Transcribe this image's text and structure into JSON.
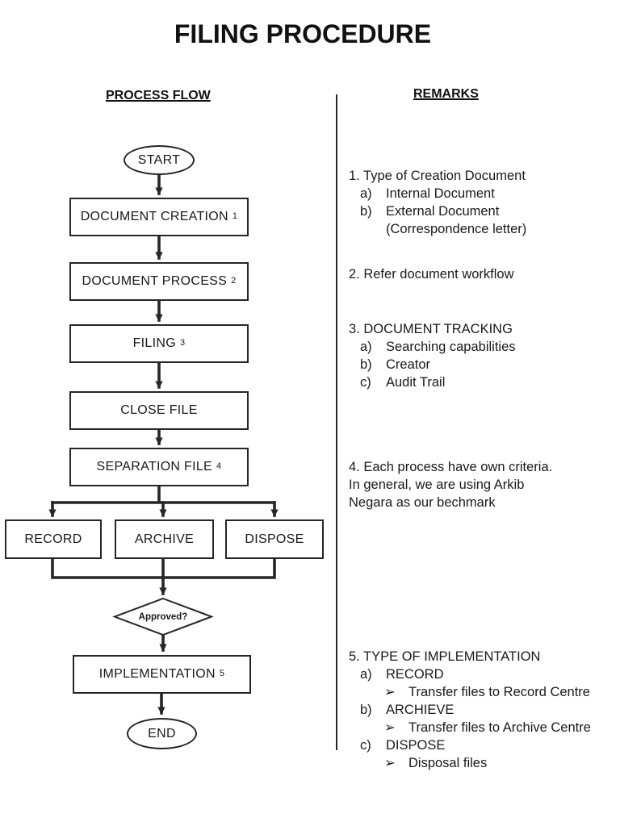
{
  "title": "FILING PROCEDURE",
  "columns": {
    "process_flow_header": "PROCESS FLOW",
    "remarks_header": "REMARKS"
  },
  "flow": {
    "start": "START",
    "boxes": {
      "creation": {
        "label": "DOCUMENT CREATION",
        "sup": "1"
      },
      "process": {
        "label": "DOCUMENT PROCESS",
        "sup": "2"
      },
      "filing": {
        "label": "FILING",
        "sup": "3"
      },
      "close": {
        "label": "CLOSE FILE"
      },
      "separation": {
        "label": "SEPARATION FILE",
        "sup": "4"
      },
      "record": {
        "label": "RECORD"
      },
      "archive": {
        "label": "ARCHIVE"
      },
      "dispose": {
        "label": "DISPOSE"
      },
      "implementation": {
        "label": "IMPLEMENTATION",
        "sup": "5"
      }
    },
    "decision": "Approved?",
    "end": "END"
  },
  "remarks": {
    "r1": {
      "l1": "1. Type of Creation Document",
      "l2m": "a)",
      "l2": "Internal Document",
      "l3m": "b)",
      "l3": "External Document",
      "l4m": "",
      "l4": "(Correspondence letter)"
    },
    "r2": {
      "l1": "2. Refer document workflow"
    },
    "r3": {
      "l1": "3. DOCUMENT TRACKING",
      "l2m": "a)",
      "l2": "Searching capabilities",
      "l3m": "b)",
      "l3": "Creator",
      "l4m": "c)",
      "l4": "Audit Trail"
    },
    "r4": {
      "l1": "4. Each process have own criteria.",
      "l2": "In general, we are using Arkib",
      "l3": "Negara as our bechmark"
    },
    "r5": {
      "l1": "5. TYPE OF IMPLEMENTATION",
      "l2m": "a)",
      "l2": "RECORD",
      "l3m": "➢",
      "l3": "Transfer files to Record Centre",
      "l4m": "b)",
      "l4": "ARCHIEVE",
      "l5m": "➢",
      "l5": "Transfer files to Archive Centre",
      "l6m": "c)",
      "l6": "DISPOSE",
      "l7m": "➢",
      "l7": "Disposal files"
    }
  },
  "colors": {
    "ink": "#1a1a1a",
    "line": "#262626",
    "background": "#ffffff"
  }
}
